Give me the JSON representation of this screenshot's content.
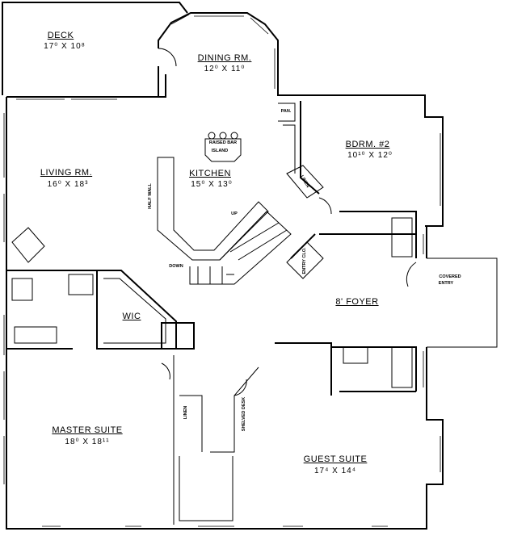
{
  "rooms": {
    "deck": {
      "name": "DECK",
      "dims": "17⁰ X 10⁸"
    },
    "dining": {
      "name": "DINING RM.",
      "dims": "12⁰ X 11⁰"
    },
    "bedroom2": {
      "name": "BDRM. #2",
      "dims": "10¹⁰ X 12⁰"
    },
    "living": {
      "name": "LIVING RM.",
      "dims": "16⁰ X 18³"
    },
    "kitchen": {
      "name": "KITCHEN",
      "dims": "15⁰ X 13⁰"
    },
    "foyer": {
      "name": "8' FOYER"
    },
    "wic": {
      "name": "WIC"
    },
    "covered_entry": {
      "name_line1": "COVERED",
      "name_line2": "ENTRY"
    },
    "master": {
      "name": "MASTER SUITE",
      "dims": "18⁰ X 18¹¹"
    },
    "guest": {
      "name": "GUEST SUITE",
      "dims": "17⁴ X 14⁴"
    }
  },
  "fixtures": {
    "pantry": "PAN.",
    "raised_bar": "RAISED BAR",
    "island": "ISLAND",
    "half_wall": "HALF WALL",
    "linen_upper": "LINEN",
    "linen_lower": "LINEN",
    "stairs_up": "UP",
    "stairs_down": "DOWN",
    "entry_closet": "ENTRY CLO.",
    "shelved_desk": "SHELVED DESK"
  },
  "colors": {
    "line": "#000000",
    "background": "#ffffff"
  }
}
